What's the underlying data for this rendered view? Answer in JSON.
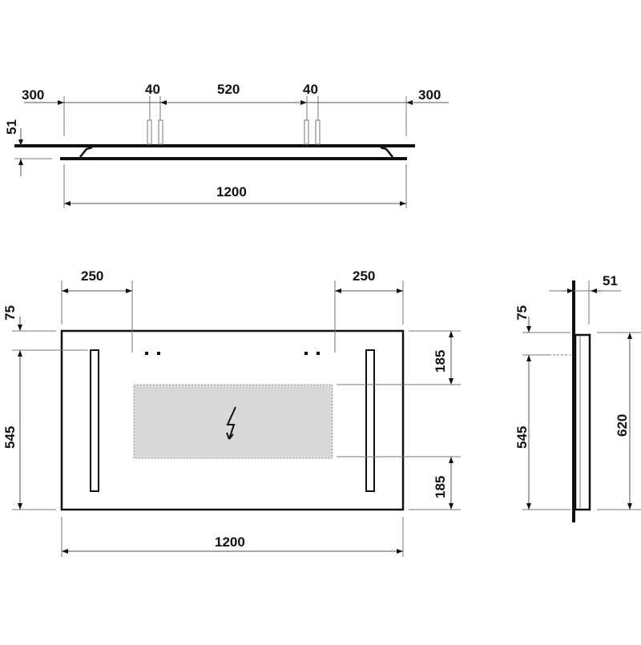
{
  "top_view": {
    "left_offset": "300",
    "right_offset": "300",
    "hook_left": "40",
    "hook_spacing": "520",
    "hook_right": "40",
    "depth": "51",
    "width": "1200"
  },
  "front_view": {
    "left_margin": "250",
    "right_margin": "250",
    "top_offset": "75",
    "hang_height": "545",
    "upper_right": "185",
    "lower_right": "185",
    "width": "1200",
    "panel_color": "#d8d8d8"
  },
  "side_view": {
    "depth": "51",
    "top_offset": "75",
    "hang_height": "545",
    "height": "620"
  }
}
